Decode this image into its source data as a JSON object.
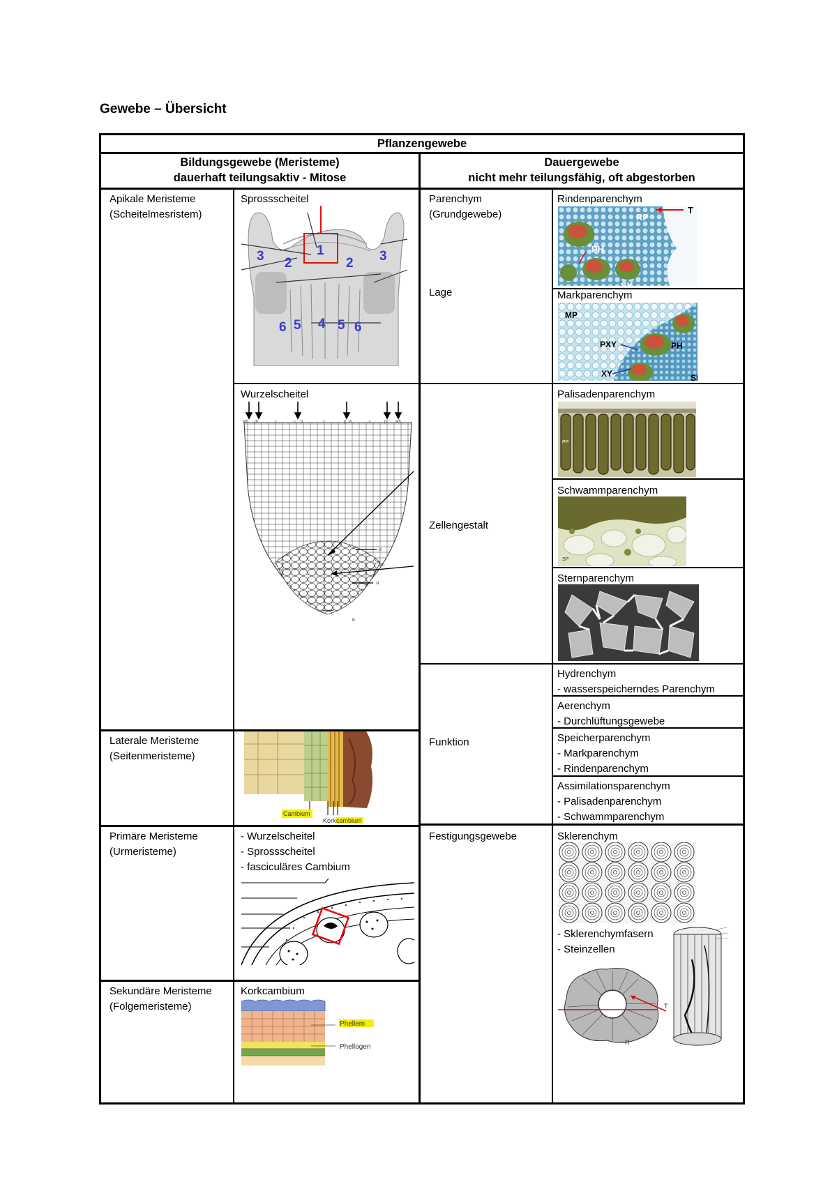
{
  "title": "Gewebe – Übersicht",
  "table": {
    "header": "Pflanzengewebe",
    "bildungsgewebe": {
      "title": "Bildungsgewebe (Meristeme)",
      "subtitle": "dauerhaft teilungsaktiv - Mitose"
    },
    "dauergewebe": {
      "title": "Dauergewebe",
      "subtitle": "nicht mehr teilungsfähig, oft abgestorben"
    },
    "meristeme": [
      {
        "name": "Apikale Meristeme",
        "alt": "(Scheitelmesristem)"
      },
      {
        "name": "Laterale Meristeme",
        "alt": "(Seitenmeristeme)"
      },
      {
        "name": "Primäre Meristeme",
        "alt": "(Urmeristeme)"
      },
      {
        "name": "Sekundäre Meristeme",
        "alt": "(Folgemeristeme)"
      }
    ],
    "sprossscheitel": {
      "label": "Sprossscheitel",
      "numbers": [
        "1",
        "2",
        "2",
        "3",
        "3",
        "4",
        "5",
        "5",
        "6",
        "6"
      ]
    },
    "wurzelscheitel": {
      "label": "Wurzelscheitel",
      "tiny_labels": [
        "wh",
        "pr",
        "r",
        "c",
        "p",
        "z",
        "p",
        "e",
        "r",
        "pr",
        "wh",
        "in",
        "sm",
        "st",
        "B"
      ]
    },
    "lateral_image": {
      "cambium": "Cambium",
      "kork_prefix": "Kork",
      "kork_suffix": "cambium"
    },
    "primaer_list": [
      "- Wurzelscheitel",
      "- Sprossscheitel",
      "- fasciculäres Cambium"
    ],
    "sekundaer": {
      "label": "Korkcambium",
      "phellem": "Phellem",
      "phellogen": "Phellogen"
    },
    "parenchym": {
      "name": "Parenchym",
      "alt": "(Grundgewebe)",
      "lage": "Lage",
      "zellengestalt": "Zellengestalt",
      "funktion": "Funktion"
    },
    "rinden": {
      "label": "Rindenparenchym",
      "rp": "RP",
      "t": "T",
      "ph": "PH",
      "sk": "SK"
    },
    "mark": {
      "label": "Markparenchym",
      "mp": "MP",
      "pxy": "PXY",
      "ph": "PH",
      "xy": "XY",
      "sk": "Sk"
    },
    "palisaden": {
      "label": "Palisadenparenchym",
      "pp": "PP"
    },
    "schwamm": {
      "label": "Schwammparenchym",
      "sp": "SP"
    },
    "stern": {
      "label": "Sternparenchym"
    },
    "funktion_items": [
      {
        "title": "Hydrenchym",
        "lines": [
          "- wasserspeicherndes Parenchym"
        ]
      },
      {
        "title": "Aerenchym",
        "lines": [
          "- Durchlüftungsgewebe"
        ]
      },
      {
        "title": "Speicherparenchym",
        "lines": [
          "- Markparenchym",
          "- Rindenparenchym"
        ]
      },
      {
        "title": "Assimilationsparenchym",
        "lines": [
          "- Palisadenparenchym",
          "- Schwammparenchym"
        ]
      }
    ],
    "festigung": {
      "name": "Festigungsgewebe",
      "sklerenchym": "Sklerenchym",
      "list": [
        "- Sklerenchymfasern",
        "- Steinzellen"
      ],
      "r": "R",
      "t": "T"
    }
  }
}
